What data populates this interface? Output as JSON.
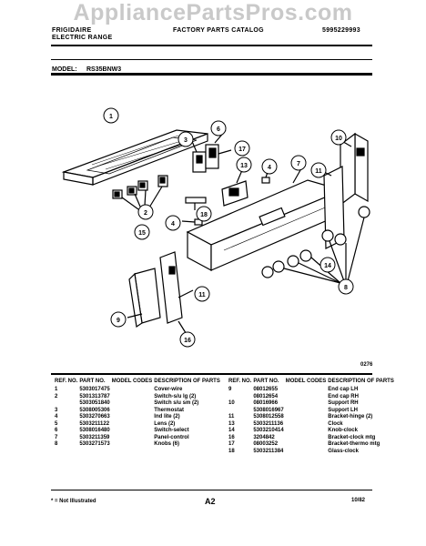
{
  "watermark": "AppliancePartsPros.com",
  "header": {
    "brand": "FRIGIDAIRE",
    "product": "ELECTRIC RANGE",
    "catalog_title": "FACTORY PARTS CATALOG",
    "catalog_number": "5995229993"
  },
  "model": {
    "label": "MODEL:",
    "number": "RS35BNW3"
  },
  "diagram_code": "0276",
  "table": {
    "headers": [
      "REF. NO.",
      "PART NO.",
      "MODEL CODES",
      "DESCRIPTION OF PARTS"
    ],
    "left": [
      [
        "1",
        "5303017475",
        "",
        "Cover-wire"
      ],
      [
        "2",
        "5301313787",
        "",
        "Switch-s/u lg (2)"
      ],
      [
        "",
        "5303051840",
        "",
        "Switch s/u sm (2)"
      ],
      [
        "3",
        "5308005306",
        "",
        "Thermostat"
      ],
      [
        "4",
        "5303270663",
        "",
        "Ind lite (2)"
      ],
      [
        "5",
        "5303211122",
        "",
        "Lens (2)"
      ],
      [
        "6",
        "5308016480",
        "",
        "Switch-select"
      ],
      [
        "7",
        "5303211359",
        "",
        "Panel-control"
      ],
      [
        "8",
        "5303271573",
        "",
        "Knobs (6)"
      ]
    ],
    "right": [
      [
        "9",
        "08012655",
        "",
        "End cap LH"
      ],
      [
        "",
        "08012654",
        "",
        "End cap RH"
      ],
      [
        "10",
        "08016966",
        "",
        "Support RH"
      ],
      [
        "",
        "5308016967",
        "",
        "Support LH"
      ],
      [
        "11",
        "5308012558",
        "",
        "Bracket-hinge (2)"
      ],
      [
        "13",
        "5303211136",
        "",
        "Clock"
      ],
      [
        "14",
        "5303210414",
        "",
        "Knob-clock"
      ],
      [
        "16",
        "3204842",
        "",
        "Bracket-clock mtg"
      ],
      [
        "17",
        "08003252",
        "",
        "Bracket-thermo mtg"
      ],
      [
        "18",
        "5303211384",
        "",
        "Glass-clock"
      ]
    ]
  },
  "footer": {
    "note": "* = Not Illustrated",
    "page": "A2",
    "date": "10/82"
  }
}
